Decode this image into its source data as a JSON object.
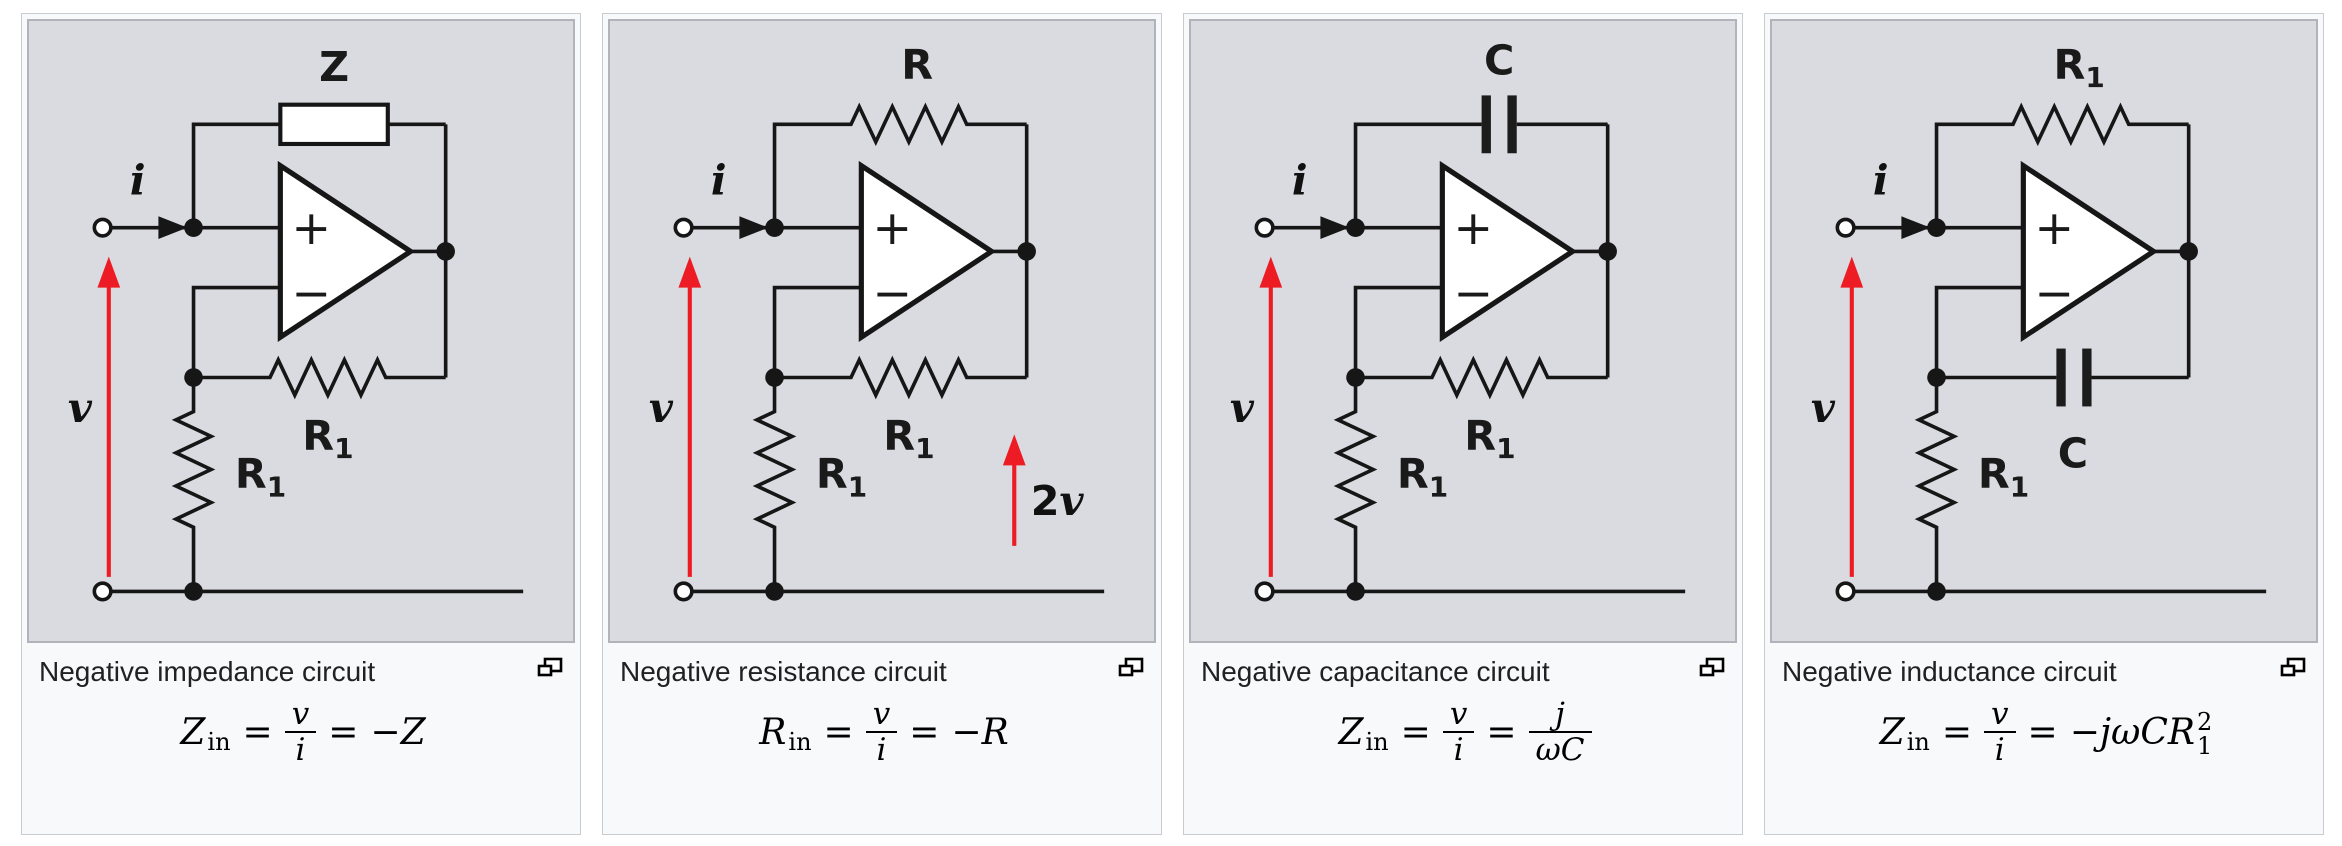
{
  "colors": {
    "arrow_red": "#ed1c24",
    "wire": "#161616",
    "circuit_background": "#dadae1",
    "panel_background": "#f8f9fa",
    "panel_border": "#c8ccd1",
    "image_border": "#b2b2ba",
    "caption_text": "#202122"
  },
  "panels": [
    {
      "caption": "Negative impedance circuit",
      "circuit": {
        "top_label": "Z",
        "feedback_label": "R",
        "feedback_label_sub": "1",
        "ground_label": "R",
        "ground_label_sub": "1",
        "current_label": "i",
        "voltage_label": "v",
        "plus": "+",
        "minus": "−"
      },
      "formula": {
        "lhs": "Z",
        "lhs_sub": "in",
        "eq": "=",
        "frac_num": "v",
        "frac_den": "i",
        "eq2": "=",
        "rhs": "−Z"
      }
    },
    {
      "caption": "Negative resistance circuit",
      "circuit": {
        "top_label": "R",
        "feedback_label": "R",
        "feedback_label_sub": "1",
        "ground_label": "R",
        "ground_label_sub": "1",
        "current_label": "i",
        "voltage_label": "v",
        "plus": "+",
        "minus": "−",
        "output_label_coeff": "2",
        "output_label_var": "v"
      },
      "formula": {
        "lhs": "R",
        "lhs_sub": "in",
        "eq": "=",
        "frac_num": "v",
        "frac_den": "i",
        "eq2": "=",
        "rhs": "−R"
      }
    },
    {
      "caption": "Negative capacitance circuit",
      "circuit": {
        "top_label": "C",
        "feedback_label": "R",
        "feedback_label_sub": "1",
        "ground_label": "R",
        "ground_label_sub": "1",
        "current_label": "i",
        "voltage_label": "v",
        "plus": "+",
        "minus": "−"
      },
      "formula": {
        "lhs": "Z",
        "lhs_sub": "in",
        "eq": "=",
        "frac_num": "v",
        "frac_den": "i",
        "eq2": "=",
        "rhs_frac_num": "j",
        "rhs_frac_den": "ωC"
      }
    },
    {
      "caption": "Negative inductance circuit",
      "circuit": {
        "top_label": "R",
        "top_label_sub": "1",
        "feedback_label": "C",
        "ground_label": "R",
        "ground_label_sub": "1",
        "current_label": "i",
        "voltage_label": "v",
        "plus": "+",
        "minus": "−"
      },
      "formula": {
        "lhs": "Z",
        "lhs_sub": "in",
        "eq": "=",
        "frac_num": "v",
        "frac_den": "i",
        "eq2": "=",
        "rhs_prefix": "−jωC",
        "rhs_base": "R",
        "rhs_sup": "2",
        "rhs_sub": "1"
      }
    }
  ]
}
